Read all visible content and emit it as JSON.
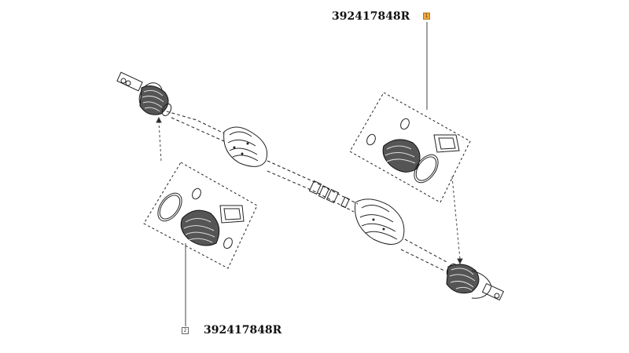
{
  "callouts": [
    {
      "number": "1",
      "part_number": "392417848R",
      "highlighted": true
    },
    {
      "number": "2",
      "part_number": "392417848R",
      "highlighted": false
    }
  ],
  "colors": {
    "highlight": "#f2a93b",
    "line": "#222222"
  }
}
